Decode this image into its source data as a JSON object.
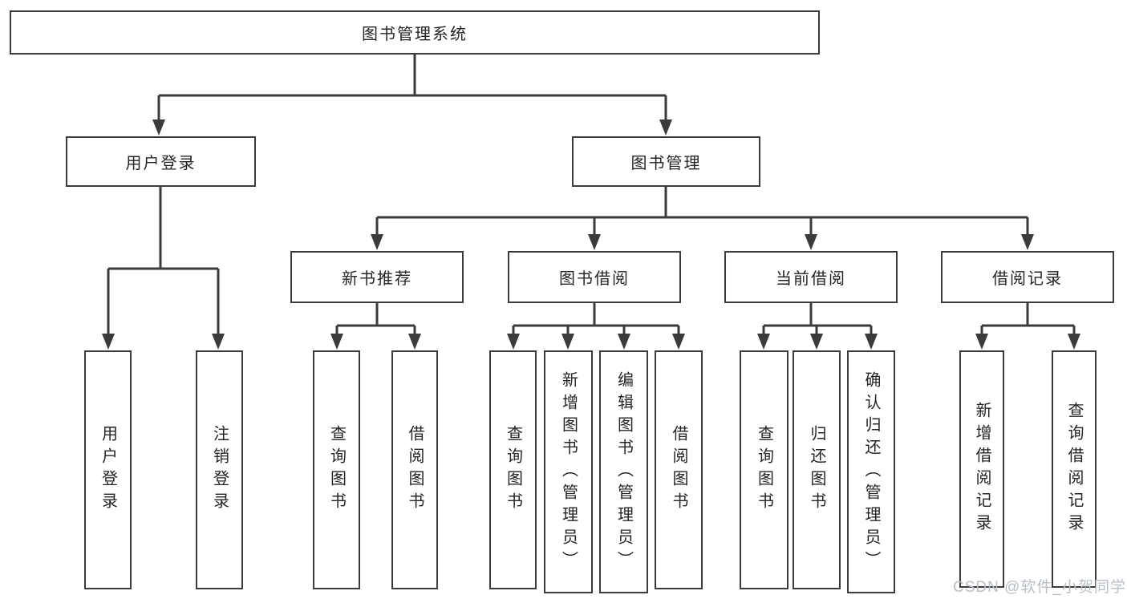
{
  "colors": {
    "bg": "#ffffff",
    "line": "#3b3b3b",
    "border": "#3b3b3b",
    "text": "#252525",
    "watermark": "#b9bfc6"
  },
  "diagram": {
    "root": {
      "label": "图书管理系统"
    },
    "level2": [
      {
        "label": "用户登录"
      },
      {
        "label": "图书管理"
      }
    ],
    "level3": [
      {
        "label": "新书推荐"
      },
      {
        "label": "图书借阅"
      },
      {
        "label": "当前借阅"
      },
      {
        "label": "借阅记录"
      }
    ],
    "leaves": [
      {
        "label": "用户登录"
      },
      {
        "label": "注销登录"
      },
      {
        "label": "查询图书"
      },
      {
        "label": "借阅图书"
      },
      {
        "label": "查询图书"
      },
      {
        "label": "新增图书（管理员）"
      },
      {
        "label": "编辑图书（管理员）"
      },
      {
        "label": "借阅图书"
      },
      {
        "label": "查询图书"
      },
      {
        "label": "归还图书"
      },
      {
        "label": "确认归还（管理员）"
      },
      {
        "label": "新增借阅记录"
      },
      {
        "label": "查询借阅记录"
      }
    ]
  },
  "watermark": {
    "text": "CSDN @软件_小贺同学"
  }
}
